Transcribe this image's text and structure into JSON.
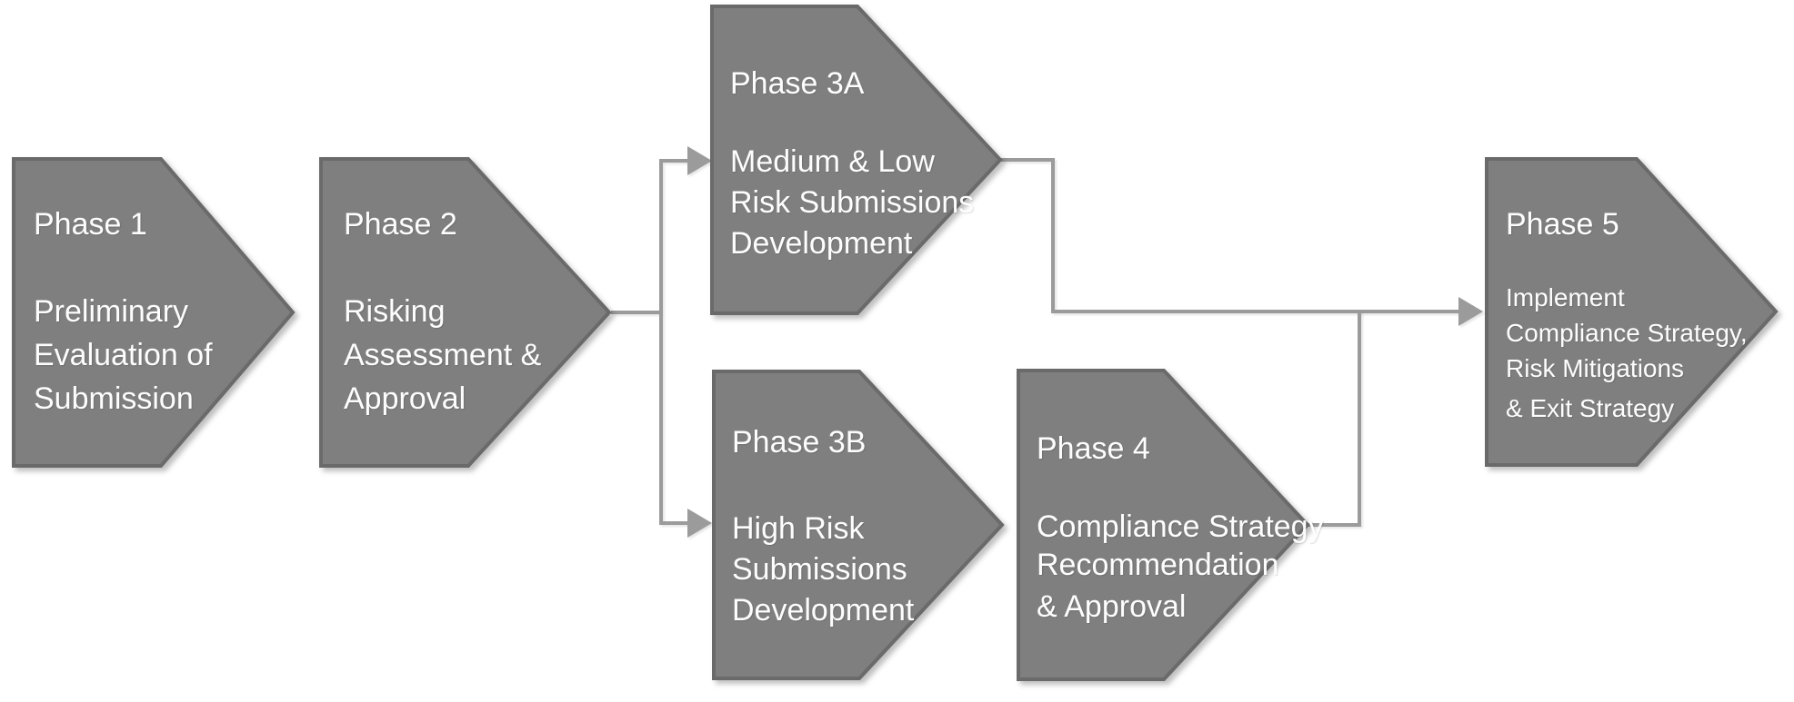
{
  "colors": {
    "background": "#ffffff",
    "shape_fill": "#7f7f7f",
    "shape_border": "#6a6a6a",
    "connector": "#9b9b9b",
    "text": "#fdfdfd"
  },
  "phases": [
    {
      "title": "Phase 1",
      "lines": [
        "Preliminary",
        "Evaluation of",
        "Submission"
      ]
    },
    {
      "title": "Phase 2",
      "lines": [
        "Risking",
        "Assessment &",
        "Approval"
      ]
    },
    {
      "title": "Phase 3A",
      "lines": [
        "Medium & Low",
        "Risk Submissions",
        "Development"
      ]
    },
    {
      "title": "Phase 3B",
      "lines": [
        "High Risk",
        "Submissions",
        "Development"
      ]
    },
    {
      "title": "Phase 4",
      "lines": [
        "Compliance Strategy",
        "Recommendation",
        "& Approval"
      ]
    },
    {
      "title": "Phase 5",
      "lines": [
        "Implement",
        "Compliance Strategy,",
        "Risk Mitigations",
        "& Exit Strategy"
      ]
    }
  ]
}
